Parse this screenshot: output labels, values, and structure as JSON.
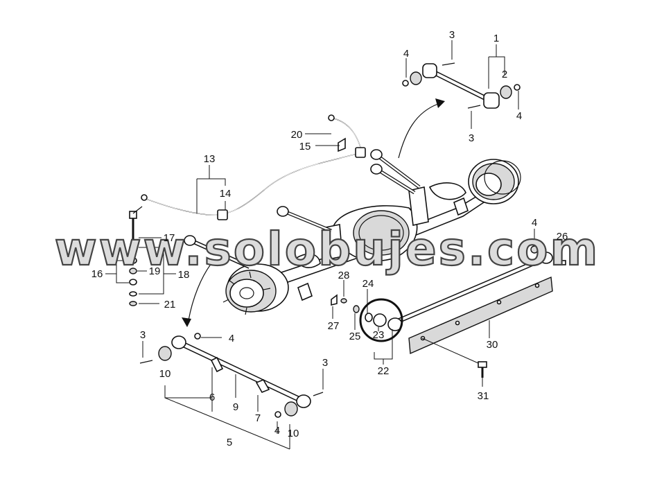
{
  "watermark": "www.solobujes.com",
  "labels": {
    "n1": "1",
    "n2": "2",
    "n3a": "3",
    "n3b": "3",
    "n3c": "3",
    "n3d": "3",
    "n4a": "4",
    "n4b": "4",
    "n4c": "4",
    "n4d": "4",
    "n4e": "4",
    "n5": "5",
    "n6": "6",
    "n7": "7",
    "n9": "9",
    "n10a": "10",
    "n10b": "10",
    "n13": "13",
    "n14": "14",
    "n15": "15",
    "n16": "16",
    "n17": "17",
    "n18": "18",
    "n19": "19",
    "n20": "20",
    "n21": "21",
    "n22": "22",
    "n23": "23",
    "n24": "24",
    "n25": "25",
    "n26": "26",
    "n27": "27",
    "n28": "28",
    "n30": "30",
    "n31": "31"
  }
}
